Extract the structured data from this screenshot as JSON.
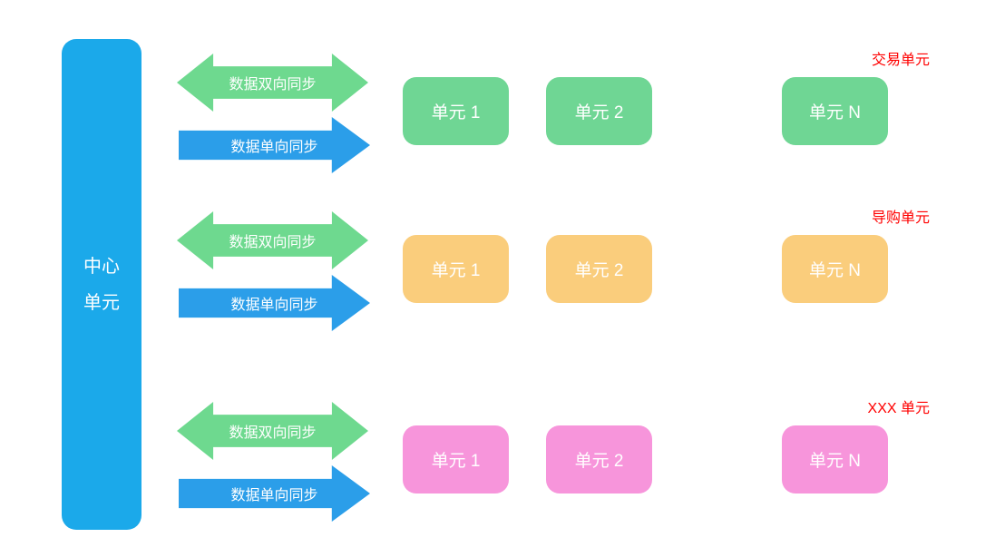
{
  "page": {
    "background": "#ffffff"
  },
  "center_unit": {
    "label_line1": "中心",
    "label_line2": "单元",
    "color": "#1BA9EA"
  },
  "arrows": {
    "bidirectional_label": "数据双向同步",
    "bidirectional_color": "#6ED98F",
    "unidirectional_label": "数据单向同步",
    "unidirectional_color": "#2B9EE9"
  },
  "group_label_color": "#FF0000",
  "rows": [
    {
      "group_label": "交易单元",
      "unit_color": "#6FD694",
      "units": [
        "单元 1",
        "单元 2",
        "单元 N"
      ]
    },
    {
      "group_label": "导购单元",
      "unit_color": "#FACD7C",
      "units": [
        "单元 1",
        "单元 2",
        "单元 N"
      ]
    },
    {
      "group_label": "XXX 单元",
      "unit_color": "#F795DB",
      "units": [
        "单元 1",
        "单元 2",
        "单元 N"
      ]
    }
  ]
}
